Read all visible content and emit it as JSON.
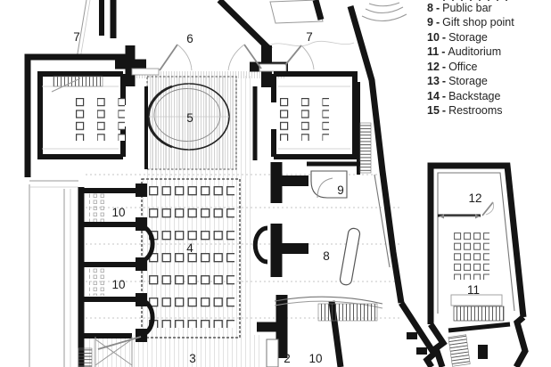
{
  "legend": {
    "sep": "-",
    "items": [
      {
        "num": "8",
        "label": "Public bar"
      },
      {
        "num": "9",
        "label": "Gift shop point"
      },
      {
        "num": "10",
        "label": "Storage"
      },
      {
        "num": "11",
        "label": "Auditorium"
      },
      {
        "num": "12",
        "label": "Office"
      },
      {
        "num": "13",
        "label": "Storage"
      },
      {
        "num": "14",
        "label": "Backstage"
      },
      {
        "num": "15",
        "label": "Restrooms"
      }
    ]
  },
  "floorplan": {
    "labels": [
      {
        "text": "7"
      },
      {
        "text": "6"
      },
      {
        "text": "7"
      },
      {
        "text": "5"
      },
      {
        "text": "9"
      },
      {
        "text": "10"
      },
      {
        "text": "4"
      },
      {
        "text": "8"
      },
      {
        "text": "10"
      },
      {
        "text": "3"
      },
      {
        "text": "2"
      },
      {
        "text": "10"
      }
    ],
    "annex_labels": [
      {
        "text": "12"
      },
      {
        "text": "11"
      }
    ]
  },
  "colors": {
    "wall": "#141414",
    "thin_line": "#999999",
    "hatch": "#c9c9c9",
    "text": "#1c1c1c"
  }
}
